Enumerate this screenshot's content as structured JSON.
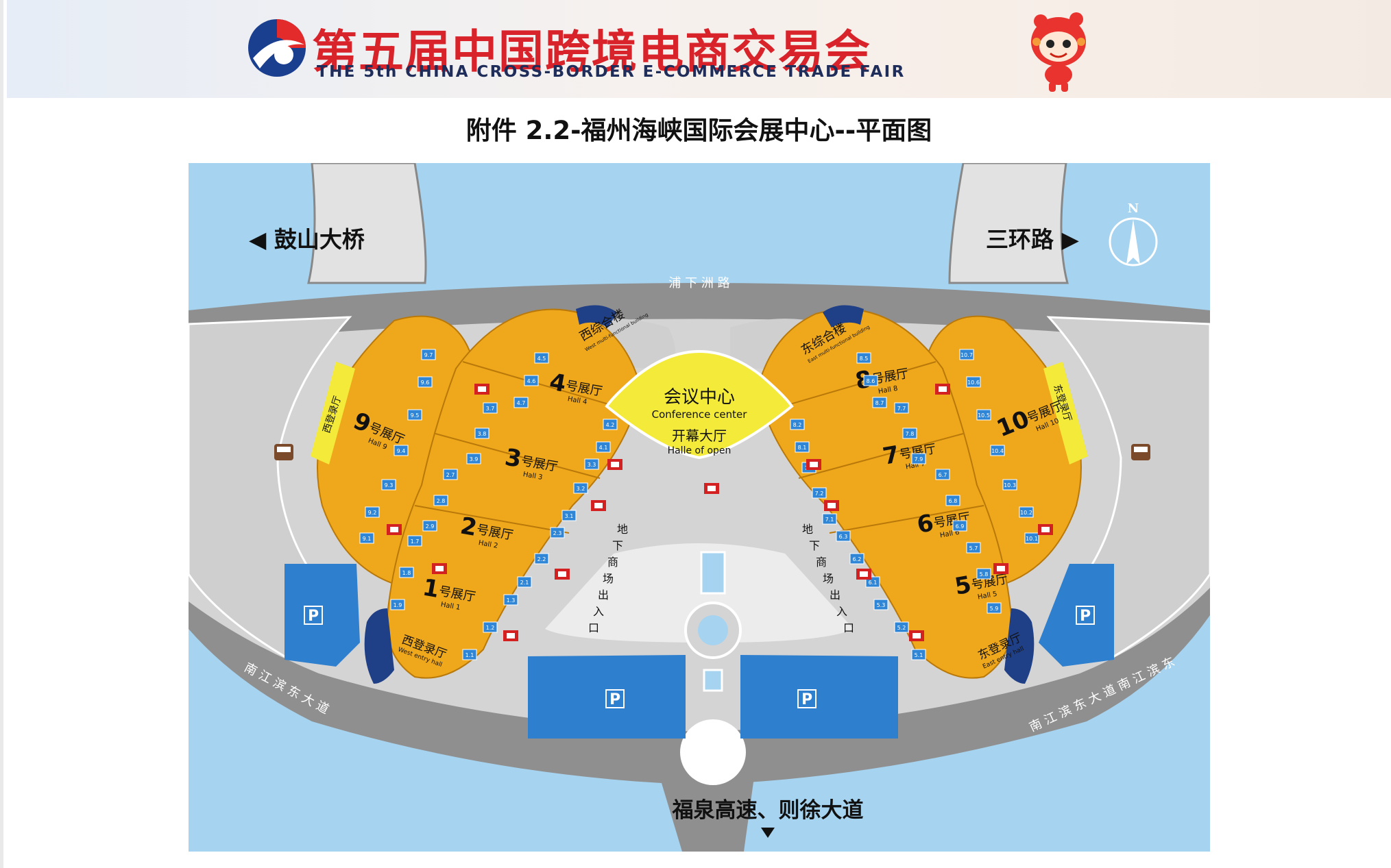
{
  "banner": {
    "title_cn": "第五届中国跨境电商交易会",
    "title_en": "THE 5th CHINA CROSS-BORDER E-COMMERCE TRADE FAIR"
  },
  "document": {
    "title": "附件 2.2-福州海峡国际会展中心--平面图"
  },
  "map": {
    "compass_label": "N",
    "roads": {
      "west_bridge": "◀ 鼓山大桥",
      "east_road": "三环路 ▶",
      "north_road": "浦 下 洲 路",
      "south_west": "南 江 滨 东 大 道",
      "south_east": "南 江 滨 东 大 道 南 江 滨 东",
      "bottom": "福泉高速、则徐大道"
    },
    "conference": {
      "name_cn": "会议中心",
      "name_en": "Conference center",
      "open_cn": "开幕大厅",
      "open_en": "Halle of open"
    },
    "buildings": {
      "west_multi_cn": "西综合楼",
      "west_multi_en": "West multi-functional building",
      "east_multi_cn": "东综合楼",
      "east_multi_en": "East multi-functional building",
      "west_entry_cn": "西登录厅",
      "west_entry_en": "West entry hall",
      "east_entry_cn": "东登录厅",
      "east_entry_en": "East entry hall",
      "west_reg_cn": "西登录厅",
      "east_reg_cn": "东登录厅"
    },
    "underground_left": "地下商场出入口",
    "underground_right": "地下商场出入口",
    "hall_suffix_cn": "号展厅",
    "halls": [
      {
        "num": "1",
        "en": "Hall 1"
      },
      {
        "num": "2",
        "en": "Hall 2"
      },
      {
        "num": "3",
        "en": "Hall 3"
      },
      {
        "num": "4",
        "en": "Hall 4"
      },
      {
        "num": "5",
        "en": "Hall 5"
      },
      {
        "num": "6",
        "en": "Hall 6"
      },
      {
        "num": "7",
        "en": "Hall 7"
      },
      {
        "num": "8",
        "en": "Hall 8"
      },
      {
        "num": "9",
        "en": "Hall 9"
      },
      {
        "num": "10",
        "en": "Hall 10"
      }
    ],
    "parking_label": "P",
    "gates": [
      "1.1",
      "1.2",
      "1.3",
      "1.7",
      "1.8",
      "1.9",
      "2.1",
      "2.2",
      "2.3",
      "2.7",
      "2.8",
      "2.9",
      "3.1",
      "3.2",
      "3.3",
      "3.7",
      "3.8",
      "3.9",
      "4.1",
      "4.2",
      "4.5",
      "4.6",
      "4.7",
      "9.1",
      "9.2",
      "9.3",
      "9.4",
      "9.5",
      "9.6",
      "9.7",
      "5.1",
      "5.2",
      "5.3",
      "5.7",
      "5.8",
      "5.9",
      "6.1",
      "6.2",
      "6.3",
      "6.7",
      "6.8",
      "6.9",
      "7.1",
      "7.2",
      "7.3",
      "7.7",
      "7.8",
      "7.9",
      "8.1",
      "8.2",
      "8.5",
      "8.6",
      "8.7",
      "10.1",
      "10.2",
      "10.3",
      "10.4",
      "10.5",
      "10.6",
      "10.7"
    ],
    "colors": {
      "water": "#a6d3f0",
      "road": "#8f8f8f",
      "land": "#d4d4d4",
      "hall": "#efa71b",
      "hall_edge": "#b9790a",
      "conf": "#f3ea3a",
      "parking": "#2f7fcf",
      "navy": "#1f3f86",
      "gate": "#2f86d6"
    }
  }
}
